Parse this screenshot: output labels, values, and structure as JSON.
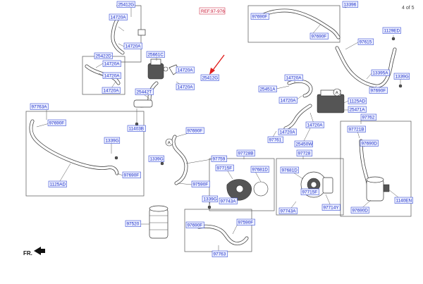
{
  "page_indicator": "4 of 5",
  "reference_label": "REF.97-976",
  "front_marker": "FR.",
  "circle_marker": "A",
  "labels": {
    "l_25412G": "25412G",
    "l_14720A_a": "14720A",
    "l_14720A_b": "14720A",
    "l_25422D": "25422D",
    "l_14720A_c": "14720A",
    "l_14720A_d": "14720A",
    "l_14720A_e": "14720A",
    "l_25661C": "25661C",
    "l_14720A_f": "14720A",
    "l_14720A_g": "14720A",
    "l_highlight": "25412G",
    "l_25442T": "25442T",
    "l_11403B": "11403B",
    "l_97763A": "97763A",
    "l_97690F_a": "97690F",
    "l_1339G_a": "1339G",
    "l_97690F_b": "97690F",
    "l_1125AD_a": "1125AD",
    "l_97690F_c": "97690F",
    "l_1339G_b": "1339G",
    "l_97759": "97759",
    "l_97590F_a": "97590F",
    "l_1339G_c": "1339G",
    "l_97520": "97520",
    "l_97690F_d": "97690F",
    "l_97590F_b": "97590F",
    "l_97763": "97763",
    "l_97690F_e": "97690F",
    "l_13396": "13396",
    "l_97690F_f": "97690F",
    "l_1129ED": "1129ED",
    "l_97615": "97615",
    "l_13395A": "13395A",
    "l_1339G_d": "1339G",
    "l_97690F_g": "97690F",
    "l_14720A_h": "14720A",
    "l_25451A": "25451A",
    "l_14720A_i": "14720A",
    "l_1125AD_b": "1125AD",
    "l_25471A": "25471A",
    "l_97762": "97762",
    "l_14720A_j": "14720A",
    "l_14720A_k": "14720A",
    "l_97761": "97761",
    "l_25450W": "25450W",
    "l_97728B": "97728B",
    "l_97728": "97728",
    "l_97715F_a": "97715F",
    "l_97681D_a": "97681D",
    "l_97681D_b": "97681D",
    "l_97715F_b": "97715F",
    "l_97743A_a": "97743A",
    "l_97743A_b": "97743A",
    "l_97714Y": "97714Y",
    "l_97721B": "97721B",
    "l_97690D_a": "97690D",
    "l_97690D_b": "97690D",
    "l_1140EN": "1140EN"
  },
  "colors": {
    "label_text": "#1a2cc8",
    "label_fill": "#eef1ff",
    "highlight_fill": "#2f5bff",
    "pointer_arrow": "#e0201e"
  }
}
